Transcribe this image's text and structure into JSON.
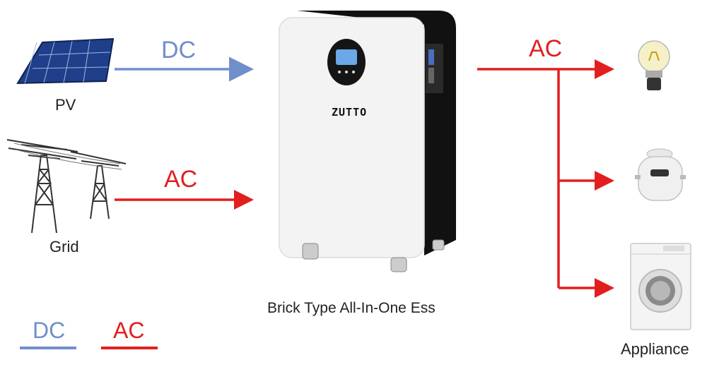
{
  "sources": {
    "pv": {
      "label": "PV"
    },
    "grid": {
      "label": "Grid"
    }
  },
  "flows": {
    "pv_flow": "DC",
    "grid_flow": "AC",
    "output_flow": "AC"
  },
  "ess": {
    "caption": "Brick Type All-In-One Ess",
    "brand": "ZUTTO"
  },
  "outputs": {
    "label": "Appliance"
  },
  "legend": {
    "dc": "DC",
    "ac": "AC"
  },
  "colors": {
    "dc": "#6f8fcc",
    "ac": "#e31e1e",
    "cabinet_front": "#f2f2f2",
    "cabinet_side": "#111111"
  }
}
